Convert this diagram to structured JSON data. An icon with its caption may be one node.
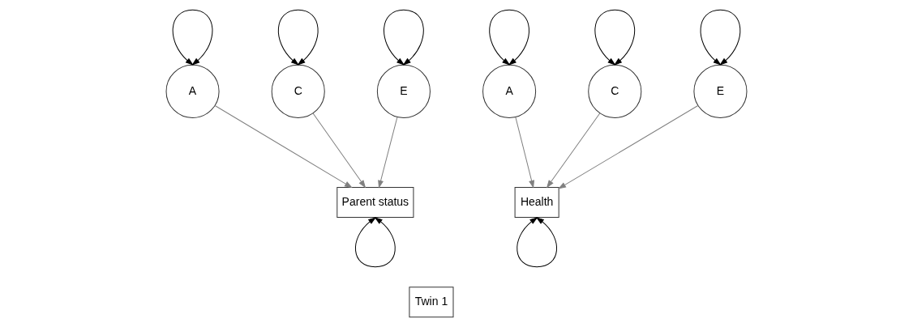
{
  "diagram": {
    "nodes": [
      {
        "text": [
          "A"
        ]
      },
      {
        "text": [
          "C"
        ]
      },
      {
        "text": [
          "E"
        ]
      },
      {
        "text": [
          "Parent status"
        ]
      },
      {
        "text": [
          "A"
        ]
      },
      {
        "text": [
          "C"
        ]
      },
      {
        "text": [
          "E"
        ]
      },
      {
        "text": [
          "Health"
        ]
      },
      {
        "text": [
          "Twin 1"
        ]
      }
    ],
    "edges": [
      {
        "from": 0,
        "to": 0,
        "arrow": "both"
      },
      {
        "from": 1,
        "to": 1,
        "arrow": "both"
      },
      {
        "from": 2,
        "to": 2,
        "arrow": "both"
      },
      {
        "from": 4,
        "to": 4,
        "arrow": "both"
      },
      {
        "from": 5,
        "to": 5,
        "arrow": "both"
      },
      {
        "from": 6,
        "to": 6,
        "arrow": "both"
      },
      {
        "from": 0,
        "to": 3,
        "arrow": "to",
        "color": "#808080"
      },
      {
        "from": 1,
        "to": 3,
        "arrow": "to",
        "color": "#808080"
      },
      {
        "from": 2,
        "to": 3,
        "arrow": "to",
        "color": "#808080"
      },
      {
        "from": 4,
        "to": 7,
        "arrow": "to",
        "color": "#808080"
      },
      {
        "from": 5,
        "to": 7,
        "arrow": "to",
        "color": "#808080"
      },
      {
        "from": 6,
        "to": 7,
        "arrow": "to",
        "color": "#808080"
      },
      {
        "from": 3,
        "to": 3,
        "arrow": "both"
      },
      {
        "from": 7,
        "to": 7,
        "arrow": "both"
      }
    ]
  }
}
